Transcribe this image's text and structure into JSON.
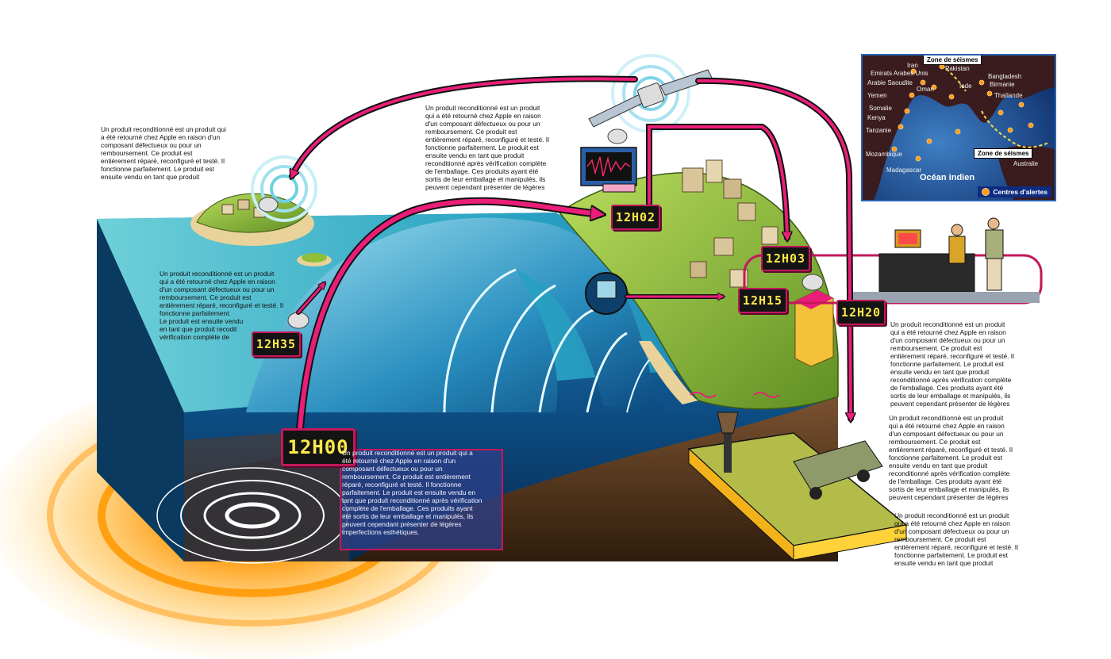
{
  "clocks": {
    "c1200": "12H00",
    "c1202": "12H02",
    "c1203": "12H03",
    "c1215": "12H15",
    "c1220": "12H20",
    "c1235": "12H35"
  },
  "texts": {
    "island": "Un produit reconditionné est un produit qui\na été retourné chez Apple en raison d'un\ncomposant défectueux ou pour un\nremboursement. Ce produit est\nentièrement réparé, reconfiguré et testé. Il\nfonctionne parfaitement. Le produit est\nensuite vendu en tant que produit",
    "satellite": "Un produit reconditionné est un produit\nqui a été retourné chez Apple en raison\nd'un composant défectueux ou pour un\nremboursement. Ce produit est\nentièrement réparé, reconfiguré et testé. Il\nfonctionne parfaitement. Le produit est\nensuite vendu en tant que produit\nreconditionné après vérification complète\nde l'emballage. Ces produits ayant été\nsortis de leur emballage et manipulés, ils\npeuvent cependant présenter de légères",
    "buoy": "Un produit reconditionné est un produit\nqui a été retourné chez Apple en raison\nd'un composant défectueux ou pour un\nremboursement. Ce produit est\nentièrement réparé, reconfiguré et testé. Il\nfonctionne parfaitement.\nLe produit est ensuite vendu\nen tant que produit recodit\n vérification complète de",
    "quake": "Un produit reconditionné est un produit qui a\nété retourné chez Apple en raison d'un\ncomposant défectueux ou pour un\nremboursement. Ce produit est entièrement\nréparé, reconfiguré et testé. Il fonctionne\nparfaitement. Le produit est ensuite vendu en\ntant que produit reconditionné après vérification\ncomplète de l'emballage. Ces produits ayant\nété sortis de leur emballage et manipulés, ils\npeuvent cependant présenter de légères\nimperfections esthétiques.",
    "right1": "Un produit reconditionné est un produit\nqui a été retourné chez Apple en raison\nd'un composant défectueux ou pour un\nremboursement. Ce produit est\nentièrement réparé, reconfiguré et testé. Il\nfonctionne parfaitement. Le produit est\nensuite vendu en tant que produit\nreconditionné après vérification complète\nde l'emballage. Ces produits ayant été\nsortis de leur emballage et manipulés, ils\npeuvent cependant présenter de légères",
    "right2": "Un produit reconditionné est un produit\nqui a été retourné chez Apple en raison\nd'un composant défectueux ou pour un\nremboursement. Ce produit est\nentièrement réparé, reconfiguré et testé. Il\nfonctionne parfaitement. Le produit est\nensuite vendu en tant que produit\nreconditionné après vérification complète\nde l'emballage. Ces produits ayant été\nsortis de leur emballage et manipulés, ils\npeuvent cependant présenter de légères",
    "right3": "Un produit reconditionné est un produit\nqui a été retourné chez Apple en raison\nd'un composant défectueux ou pour un\nremboursement. Ce produit est\nentièrement réparé, reconfiguré et testé. Il\nfonctionne parfaitement. Le produit est\nensuite vendu en tant que produit"
  },
  "map": {
    "zone_top": "Zone de séismes",
    "zone_bottom": "Zone de séismes",
    "ocean": "Océan indien",
    "legend": "Centres d'alertes",
    "places": {
      "iran": "Iran",
      "pakistan": "Pakistan",
      "emirats": "Emirats Arabes Unis",
      "bangladesh": "Bangladesh",
      "arabie": "Arabie Saoudite",
      "oman": "Oman",
      "inde": "Inde",
      "birmanie": "Birmanie",
      "yemen": "Yemen",
      "thailande": "Thaïlande",
      "somalie": "Somalie",
      "kenya": "Kenya",
      "tanzanie": "Tanzanie",
      "mozambique": "Mozambique",
      "madagascar": "Madagascar",
      "australie": "Australie"
    }
  },
  "colors": {
    "arrow": "#e91e78",
    "sea": "#1f7fb0",
    "land": "#8fbf3a",
    "quake": "#ff9800",
    "clock_digits": "#ffe84a",
    "clock_frame": "#c2185b"
  },
  "icons": {
    "satellite": "satellite-icon",
    "antenna": "dish-antenna-icon",
    "siren": "siren-tower-icon",
    "seismograph": "seismograph-icon",
    "buoy": "buoy-icon"
  }
}
